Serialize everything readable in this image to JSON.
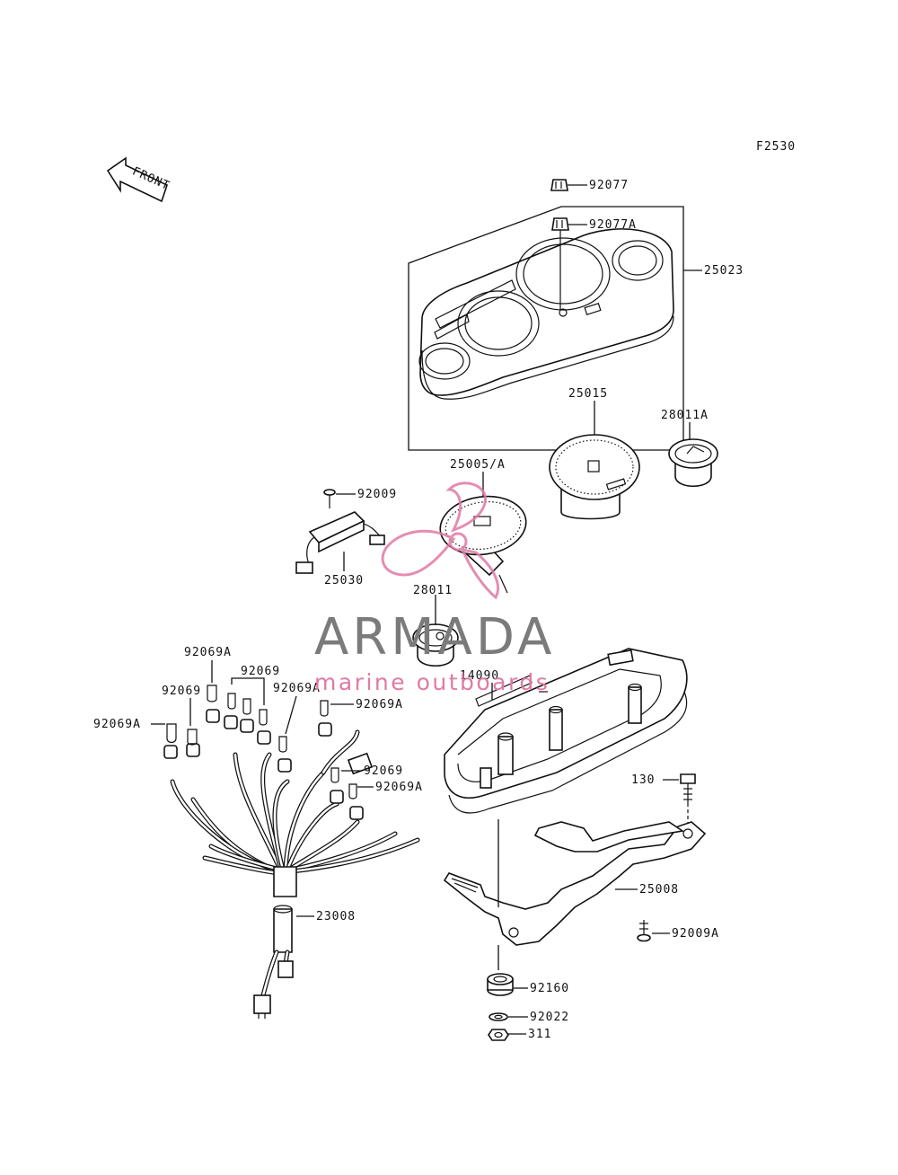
{
  "figure_code": "F2530",
  "front_label": "FRONT",
  "watermark": {
    "brand": "ARMADA",
    "tagline": "marine outboards",
    "brand_color": "#7b7b7b",
    "logo_color": "#e07aa6"
  },
  "parts": {
    "p92077": "92077",
    "p92077a": "92077A",
    "p25023": "25023",
    "p25015": "25015",
    "p28011a": "28011A",
    "p25005a": "25005/A",
    "p92009": "92009",
    "p25030": "25030",
    "p28011": "28011",
    "p92069a_1": "92069A",
    "p92069_1": "92069",
    "p92069_2": "92069",
    "p92069a_2": "92069A",
    "p92069a_3": "92069A",
    "p92069a_4": "92069A",
    "p92069_3": "92069",
    "p92069a_5": "92069A",
    "p14090": "14090",
    "p130": "130",
    "p25008": "25008",
    "p23008": "23008",
    "p92009a": "92009A",
    "p92160": "92160",
    "p92022": "92022",
    "p311": "311"
  }
}
